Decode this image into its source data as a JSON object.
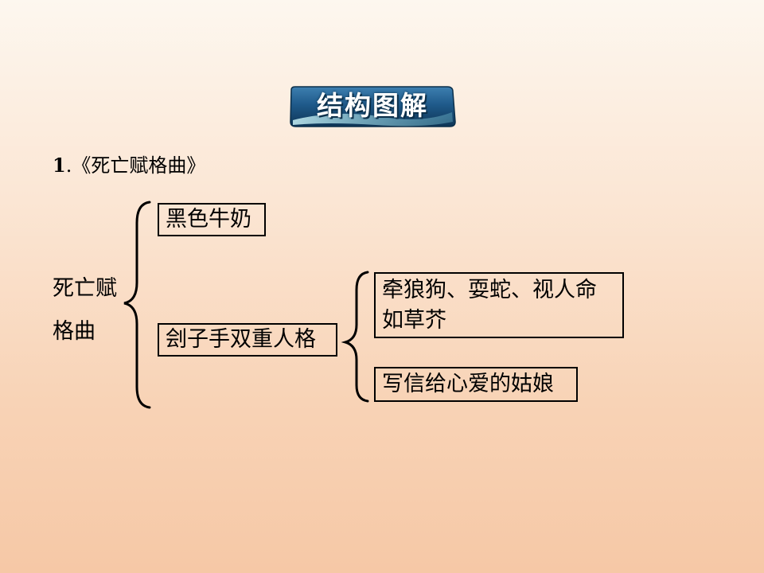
{
  "banner": {
    "title": "结构图解"
  },
  "section": {
    "number": "1",
    "title": ".《死亡赋格曲》"
  },
  "diagram": {
    "root_line1": "死亡赋",
    "root_line2": "格曲",
    "branch1": "黑色牛奶",
    "branch2": "刽子手双重人格",
    "sub1_line1": "牵狼狗、耍蛇、视人命",
    "sub1_line2": "如草芥",
    "sub2": "写信给心爱的姑娘"
  },
  "colors": {
    "banner_fill": "#1f5a8a",
    "banner_dark": "#0b2f4a",
    "banner_highlight": "#7fc6d8",
    "background_top": "#fdf7ef",
    "background_bottom": "#f6c8a6"
  }
}
